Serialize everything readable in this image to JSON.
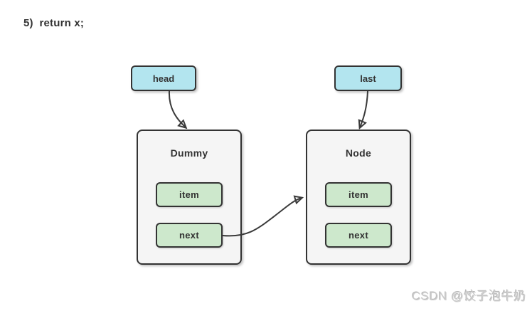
{
  "step_label": "5)  return x;",
  "pointers": {
    "head": {
      "label": "head"
    },
    "last": {
      "label": "last"
    }
  },
  "nodes": {
    "dummy": {
      "title": "Dummy",
      "fields": {
        "item": {
          "label": "item"
        },
        "next": {
          "label": "next"
        }
      }
    },
    "node": {
      "title": "Node",
      "fields": {
        "item": {
          "label": "item"
        },
        "next": {
          "label": "next"
        }
      }
    }
  },
  "edges": [
    {
      "from": "head",
      "to": "Dummy"
    },
    {
      "from": "last",
      "to": "Node"
    },
    {
      "from": "Dummy.next",
      "to": "Node"
    }
  ],
  "watermark": "CSDN @饺子泡牛奶",
  "colors": {
    "pointer_fill": "#b3e5ef",
    "field_fill": "#cde8cc",
    "node_fill": "#f5f5f5",
    "stroke": "#333333",
    "text": "#333333",
    "watermark_text": "#cdcdcd",
    "background": "#ffffff"
  }
}
